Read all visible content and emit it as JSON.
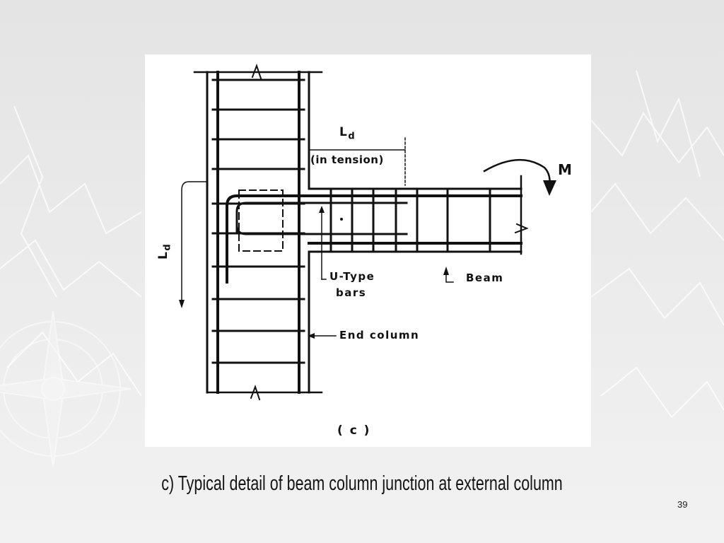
{
  "figure": {
    "labels": {
      "ld_top_main": "L",
      "ld_top_sub": "d",
      "in_tension": "(in tension)",
      "moment": "M",
      "ld_side_main": "L",
      "ld_side_sub": "d",
      "u_type_line1": "U-Type",
      "u_type_line2": "bars",
      "beam": "Beam",
      "end_column": "End column",
      "panel_tag": "( c )"
    }
  },
  "caption": "c) Typical detail of beam column junction at external column",
  "slide_number": "39"
}
